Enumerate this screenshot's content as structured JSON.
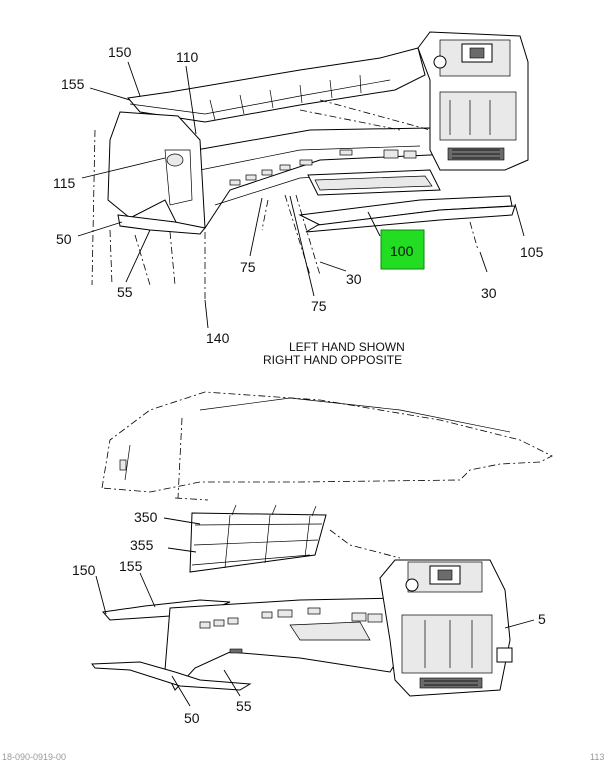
{
  "callouts": {
    "top": {
      "c150": "150",
      "c155": "155",
      "c110": "110",
      "c115": "115",
      "c50": "50",
      "c55": "55",
      "c75a": "75",
      "c75b": "75",
      "c140": "140",
      "c30a": "30",
      "c30b": "30",
      "c100": "100",
      "c105": "105"
    },
    "bottom": {
      "c350": "350",
      "c355": "355",
      "c150": "150",
      "c155": "155",
      "c5": "5",
      "c50": "50",
      "c55": "55"
    }
  },
  "notes": {
    "line1": "LEFT HAND SHOWN",
    "line2": "RIGHT HAND OPPOSITE"
  },
  "footer": {
    "left": "18-090-0919-00",
    "right": "113"
  },
  "highlight": {
    "color": "#22dd22",
    "callout": "100"
  }
}
